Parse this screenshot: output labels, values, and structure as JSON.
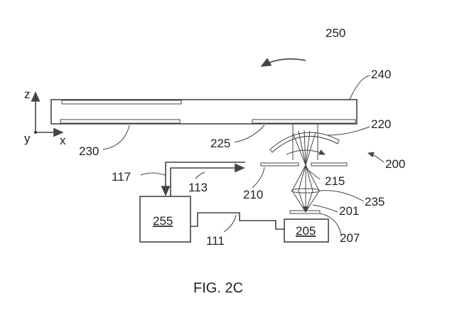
{
  "figure": {
    "caption": "FIG. 2C"
  },
  "axes": {
    "z": "z",
    "y": "y",
    "x": "x"
  },
  "labels": {
    "l250": "250",
    "l240": "240",
    "l220": "220",
    "l200": "200",
    "l225": "225",
    "l230": "230",
    "l117": "117",
    "l113": "113",
    "l210": "210",
    "l215": "215",
    "l235": "235",
    "l201": "201",
    "l207": "207",
    "l111": "111",
    "l255": "255",
    "l205": "205"
  }
}
